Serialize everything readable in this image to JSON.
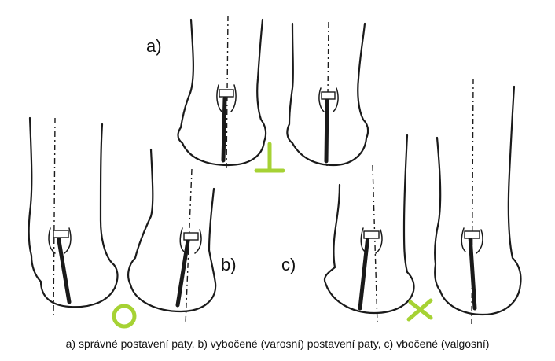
{
  "labels": {
    "a": "a)",
    "b": "b)",
    "c": "c)"
  },
  "caption": "a) správné postavení paty, b) vybočené (varosní) postavení paty, c) vbočené (valgosní)",
  "symbols": {
    "correct": "⊥",
    "varus": "O",
    "valgus": "X"
  },
  "colors": {
    "symbol": "#a6d234",
    "ink": "#1a1a1a"
  }
}
